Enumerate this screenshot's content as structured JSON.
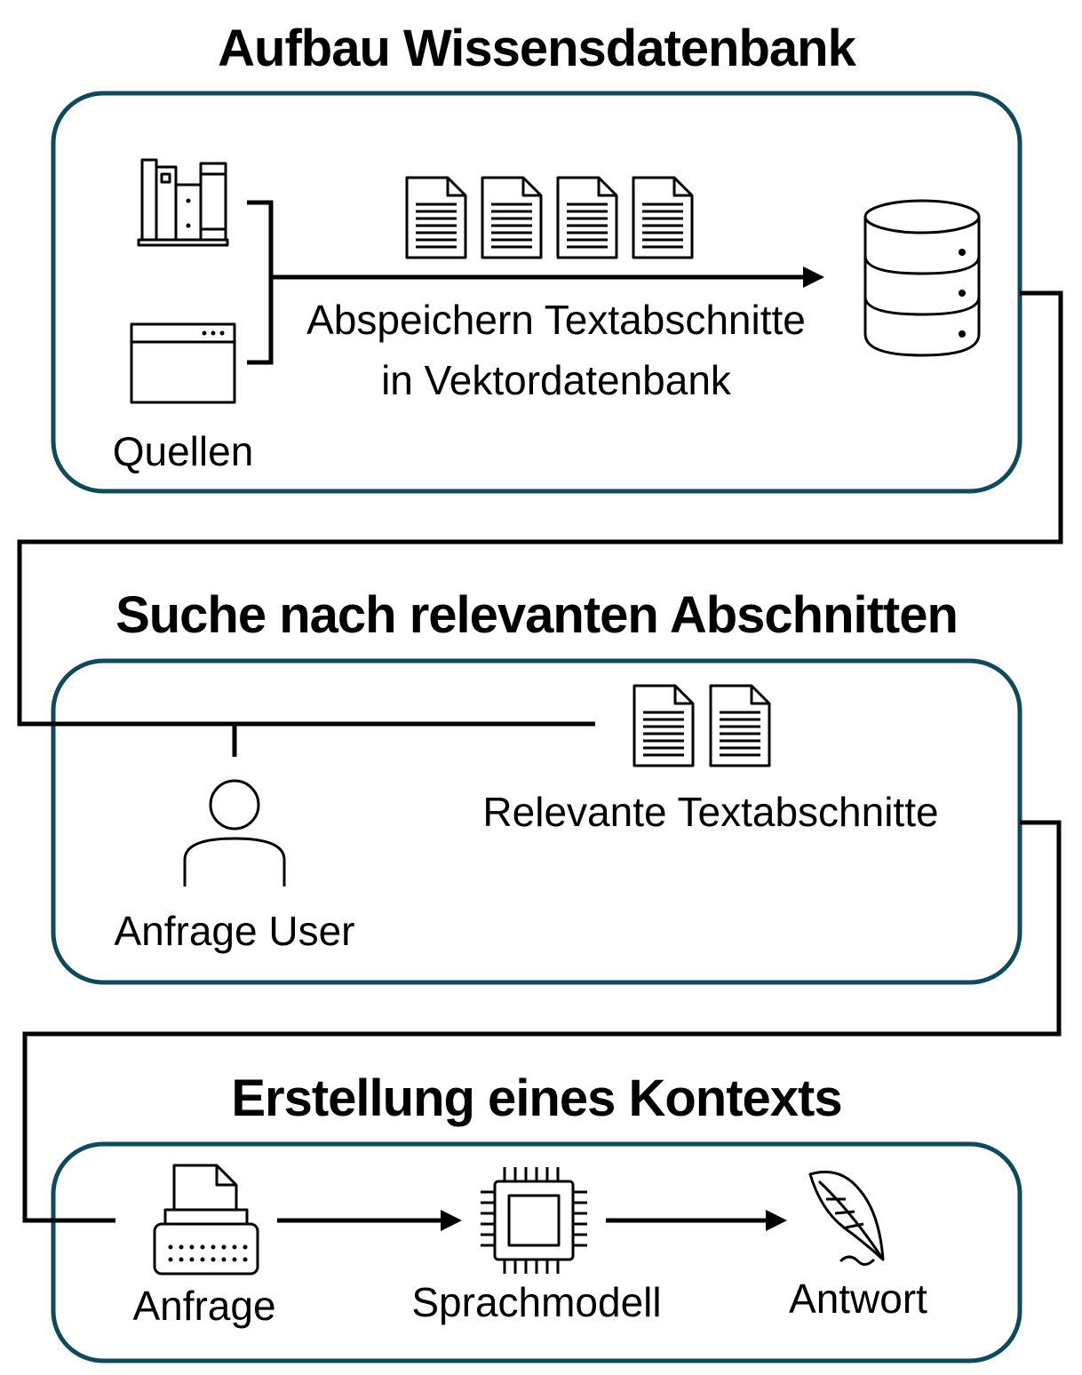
{
  "sections": [
    {
      "title": "Aufbau Wissensdatenbank"
    },
    {
      "title": "Suche nach relevanten Abschnitten"
    },
    {
      "title": "Erstellung eines Kontexts"
    }
  ],
  "panel1": {
    "sources_label": "Quellen",
    "store_label_line1": "Abspeichern Textabschnitte",
    "store_label_line2": "in Vektordatenbank"
  },
  "panel2": {
    "user_label": "Anfrage User",
    "relevant_label": "Relevante Textabschnitte"
  },
  "panel3": {
    "request_label": "Anfrage",
    "model_label": "Sprachmodell",
    "answer_label": "Antwort"
  },
  "colors": {
    "panel_border": "#0f4a5c",
    "lines": "#000000"
  },
  "icons": [
    "books-icon",
    "browser-window-icon",
    "document-icon",
    "database-icon",
    "user-icon",
    "typewriter-icon",
    "cpu-chip-icon",
    "quill-pen-icon"
  ]
}
